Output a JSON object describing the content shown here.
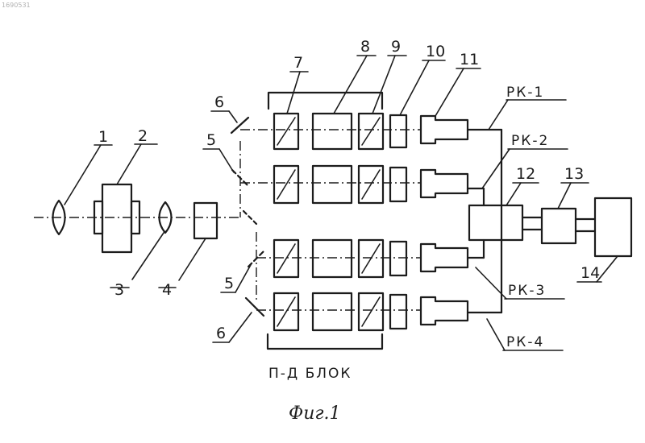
{
  "stamp": "1690531",
  "caption": "Фиг.1",
  "block_label": "П-Д БЛОК",
  "numbers": {
    "n1": "1",
    "n2": "2",
    "n3": "3",
    "n4": "4",
    "n5a": "5",
    "n5b": "5",
    "n6a": "6",
    "n6b": "6",
    "n7": "7",
    "n8": "8",
    "n9": "9",
    "n10": "10",
    "n11": "11",
    "n12": "12",
    "n13": "13",
    "n14": "14"
  },
  "channels": {
    "rk1": "РК-1",
    "rk2": "РК-2",
    "rk3": "РК-3",
    "rk4": "РК-4"
  }
}
